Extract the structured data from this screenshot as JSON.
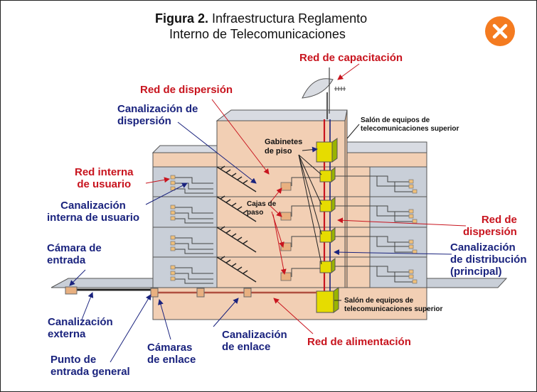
{
  "title": {
    "prefix": "Figura 2.",
    "line1": "Infraestructura Reglamento",
    "line2": "Interno de Telecomunicaciones"
  },
  "close_icon": "close-x-icon",
  "colors": {
    "red_label": "#c8141e",
    "blue_label": "#1a237e",
    "building": "#f2cfb4",
    "wing": "#c9cfd8",
    "cabinet": "#e6dc00",
    "close_button": "#f47b20"
  },
  "labels": {
    "red_capacitacion": "Red de capacitación",
    "red_dispersion_top": "Red de dispersión",
    "canalizacion_dispersion": [
      "Canalización de",
      "dispersión"
    ],
    "red_interna": [
      "Red interna",
      "de usuario"
    ],
    "canalizacion_interna": [
      "Canalización",
      "interna de usuario"
    ],
    "camara_entrada": [
      "Cámara de",
      "entrada"
    ],
    "canalizacion_externa": [
      "Canalización",
      "externa"
    ],
    "punto_entrada": [
      "Punto de",
      "entrada general"
    ],
    "camaras_enlace": [
      "Cámaras",
      "de enlace"
    ],
    "canalizacion_enlace": [
      "Canalización",
      "de enlace"
    ],
    "red_alimentacion": "Red de alimentación",
    "red_dispersion_right": [
      "Red de",
      "dispersión"
    ],
    "canalizacion_distribucion": [
      "Canalización",
      "de distribución",
      "(principal)"
    ],
    "gabinetes": [
      "Gabinetes",
      "de piso"
    ],
    "cajas_paso": [
      "Cajas de",
      "paso"
    ],
    "salon_superior": [
      "Salón de equipos de",
      "telecomunicaciones superior"
    ],
    "salon_inferior": [
      "Salón de equipos de",
      "telecomunicaciones superior"
    ]
  }
}
